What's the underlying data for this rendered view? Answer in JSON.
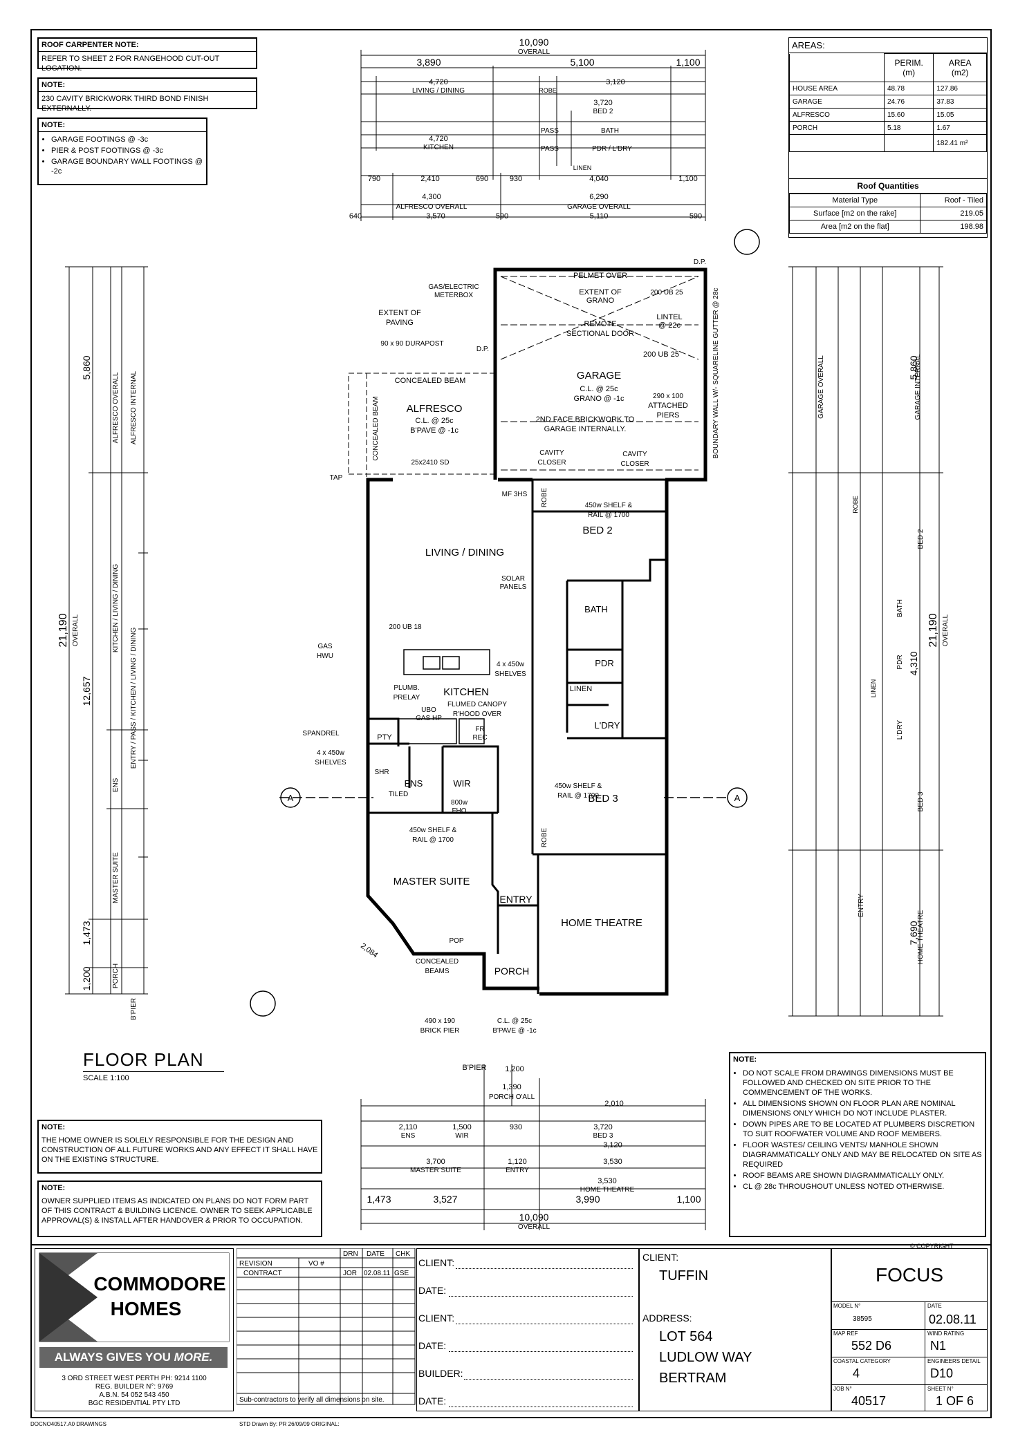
{
  "notes": {
    "roof_carpenter": {
      "title": "ROOF CARPENTER NOTE:",
      "text": "REFER TO SHEET 2 FOR RANGEHOOD CUT-OUT LOCATION."
    },
    "brickwork": {
      "title": "NOTE:",
      "text": "230 CAVITY BRICKWORK THIRD BOND FINISH EXTERNALLY."
    },
    "footings": {
      "title": "NOTE:",
      "items": [
        "GARAGE FOOTINGS @ -3c",
        "PIER & POST FOOTINGS @ -3c",
        "GARAGE BOUNDARY WALL FOOTINGS @ -2c"
      ]
    },
    "owner": {
      "title": "NOTE:",
      "text": "THE HOME OWNER IS SOLELY RESPONSIBLE FOR THE DESIGN AND CONSTRUCTION OF ALL FUTURE WORKS AND ANY EFFECT IT SHALL HAVE ON THE EXISTING STRUCTURE."
    },
    "owner_items": {
      "title": "NOTE:",
      "text": "OWNER SUPPLIED ITEMS AS INDICATED ON PLANS DO NOT FORM PART OF THIS CONTRACT & BUILDING LICENCE. OWNER TO SEEK APPLICABLE APPROVAL(S) & INSTALL AFTER HANDOVER & PRIOR TO OCCUPATION."
    },
    "general": {
      "title": "NOTE:",
      "items": [
        "DO NOT SCALE FROM DRAWINGS DIMENSIONS MUST BE FOLLOWED AND CHECKED ON SITE PRIOR TO THE COMMENCEMENT OF THE WORKS.",
        "ALL DIMENSIONS SHOWN ON FLOOR PLAN ARE NOMINAL DIMENSIONS ONLY WHICH DO NOT INCLUDE PLASTER.",
        "DOWN PIPES ARE TO BE LOCATED AT PLUMBERS DISCRETION TO SUIT ROOFWATER VOLUME AND ROOF MEMBERS.",
        "FLOOR WASTES/ CEILING VENTS/ MANHOLE SHOWN DIAGRAMMATICALLY ONLY AND MAY BE RELOCATED ON SITE AS REQUIRED",
        "ROOF BEAMS ARE SHOWN DIAGRAMMATICALLY ONLY.",
        "CL @ 28c THROUGHOUT UNLESS NOTED OTHERWISE."
      ]
    }
  },
  "areas": {
    "title": "AREAS:",
    "col_perim": "PERIM.",
    "col_perim_unit": "(m)",
    "col_area": "AREA",
    "col_area_unit": "(m2)",
    "rows": [
      {
        "name": "HOUSE AREA",
        "perim": "48.78",
        "area": "127.86"
      },
      {
        "name": "GARAGE",
        "perim": "24.76",
        "area": "37.83"
      },
      {
        "name": "ALFRESCO",
        "perim": "15.60",
        "area": "15.05"
      },
      {
        "name": "PORCH",
        "perim": "5.18",
        "area": "1.67"
      }
    ],
    "total": "182.41 m²"
  },
  "roof": {
    "title": "Roof Quantities",
    "rows": [
      {
        "k": "Material Type",
        "v": "Roof - Tiled"
      },
      {
        "k": "Surface [m2 on the rake]",
        "v": "219.05"
      },
      {
        "k": "Area [m2 on the flat]",
        "v": "198.98"
      }
    ]
  },
  "plan": {
    "title": "FLOOR PLAN",
    "scale": "SCALE 1:100",
    "rooms": {
      "garage": "GARAGE",
      "alfresco": "ALFRESCO",
      "living": "LIVING / DINING",
      "kitchen": "KITCHEN",
      "bed2": "BED 2",
      "bath": "BATH",
      "pdr": "PDR",
      "ldry": "L'DRY",
      "bed3": "BED 3",
      "ens": "ENS",
      "wir": "WIR",
      "master": "MASTER SUITE",
      "entry": "ENTRY",
      "theatre": "HOME THEATRE",
      "porch": "PORCH",
      "pty": "PTY",
      "linen": "LINEN",
      "robe": "ROBE",
      "shr": "SHR"
    },
    "labels": {
      "pelmet": "PELMET OVER",
      "grano_ext": "EXTENT OF",
      "grano_ext2": "GRANO",
      "ub25": "200 UB 25",
      "lintel": "LINTEL",
      "lintel2": "@ 22c",
      "remote": "REMOTE",
      "remote2": "SECTIONAL DOOR",
      "ub25b": "200 UB 25",
      "garage_cl": "C.L. @ 25c",
      "garage_grano": "GRANO @ -1c",
      "piers": "290 x 100",
      "piers2": "ATTACHED",
      "piers3": "PIERS",
      "face_brick": "2ND FACE BRICKWORK TO",
      "face_brick2": "GARAGE INTERNALLY.",
      "boundary": "BOUNDARY WALL W/- SQUARELINE GUTTER @ 28c",
      "meter": "GAS/ELECTRIC",
      "meter2": "METERBOX",
      "paving": "EXTENT OF",
      "paving2": "PAVING",
      "durapost": "90 x 90 DURAPOST",
      "conc_beam": "CONCEALED BEAM",
      "conc_beam_v": "CONCEALED BEAM",
      "alf_cl": "C.L. @ 25c",
      "alf_bpave": "B'PAVE @ -1c",
      "sd": "25x2410 SD",
      "cavity": "CAVITY",
      "closer": "CLOSER",
      "cavity2": "CAVITY",
      "closer2": "CLOSER",
      "mf": "MF 3HS",
      "shelf1": "450w SHELF &",
      "shelf1b": "RAIL @ 1700",
      "solar": "SOLAR",
      "solar2": "PANELS",
      "ub18": "200 UB 18",
      "gas": "GAS",
      "hwu": "HWU",
      "shelves4": "4 x 450w",
      "shelves4b": "SHELVES",
      "plumb": "PLUMB.",
      "prelay": "PRELAY",
      "ubo": "UBO",
      "gashp": "GAS HP",
      "canopy": "FLUMED CANOPY",
      "rhood": "R'HOOD OVER",
      "fr": "FR",
      "rec": "REC",
      "spandrel": "SPANDREL",
      "shelves_l": "4 x 450w",
      "shelves_lb": "SHELVES",
      "tiled": "TILED",
      "fho": "800w",
      "fho2": "FHO",
      "shelf3": "450w SHELF &",
      "shelf3b": "RAIL @ 1700",
      "shelf_m": "450w SHELF &",
      "shelf_mb": "RAIL @ 1700",
      "pop": "POP",
      "conc_beams": "CONCEALED",
      "conc_beams2": "BEAMS",
      "brick_pier": "490 x 190",
      "brick_pier2": "BRICK PIER",
      "porch_cl": "C.L. @ 25c",
      "porch_bpave": "B'PAVE @ -1c",
      "dp": "D.P.",
      "tap": "TAP",
      "sect_a": "A",
      "diag_dim": "2,084"
    }
  },
  "dims_top": {
    "overall": "10,090",
    "overall_lbl": "OVERALL",
    "a": "3,890",
    "b": "5,100",
    "c": "1,100",
    "living": "LIVING / DINING",
    "l1": "4,720",
    "robe": "ROBE",
    "bed2": "BED 2",
    "bed2v": "3,720",
    "bed2v2": "3,120",
    "kitchen": "KITCHEN",
    "k1": "4,720",
    "pass": "PASS",
    "bath": "BATH",
    "pdr": "PDR / L'DRY",
    "linen": "LINEN",
    "r4": "790",
    "r4b": "2,410",
    "r4c": "690",
    "r4d": "930",
    "r4e": "4,040",
    "r4f": "1,100",
    "alf_o": "4,300",
    "alf_lbl": "ALFRESCO OVERALL",
    "gar_o": "6,290",
    "gar_lbl": "GARAGE OVERALL",
    "r5a": "640",
    "r5b": "3,570",
    "r5c": "590",
    "r5d": "5,110",
    "r5e": "590"
  },
  "dims_bottom": {
    "overall": "10,090",
    "overall_lbl": "OVERALL",
    "a": "1,473",
    "b": "3,527",
    "c": "3,990",
    "d": "1,100",
    "ens": "ENS",
    "wir": "WIR",
    "bed3": "BED 3",
    "master": "MASTER SUITE",
    "entry": "ENTRY",
    "theatre": "HOME THEATRE",
    "porch": "PORCH O'ALL",
    "bpier": "B'PIER",
    "v1": "2,110",
    "v2": "1,500",
    "v3": "930",
    "v4": "3,720",
    "v5": "3,120",
    "v6": "3,700",
    "v7": "1,120",
    "v8": "3,530",
    "v9": "3,530",
    "v10": "1,390",
    "v11": "1,200",
    "v12": "2,010"
  },
  "dims_left": {
    "overall": "21,190",
    "overall_lbl": "OVERALL",
    "v1": "5,860",
    "v2": "12,657",
    "v3": "1,473",
    "v4": "1,200",
    "alf": "ALFRESCO OVERALL",
    "alf_i": "ALFRESCO INTERNAL",
    "k1": "KITCHEN / LIVING / DINING",
    "k2": "ENTRY / PASS / KITCHEN / LIVING / DINING",
    "ens": "ENS",
    "ms": "MASTER SUITE",
    "porch": "PORCH",
    "bpier": "B'PIER"
  },
  "dims_right": {
    "overall": "21,190",
    "overall_lbl": "OVERALL",
    "v1": "5,860",
    "v2": "4,310",
    "v3": "7,690",
    "garage_o": "GARAGE OVERALL",
    "garage_i": "GARAGE INTERNAL",
    "robe": "ROBE",
    "bed2": "BED 2",
    "bath": "BATH",
    "pdr": "PDR",
    "linen": "LINEN",
    "ldry": "L'DRY",
    "bed3": "BED 3",
    "entry": "ENTRY",
    "theatre": "HOME THEATRE"
  },
  "title_block": {
    "company1": "COMMODORE",
    "company2": "HOMES",
    "slogan_a": "ALWAYS GIVES YOU ",
    "slogan_b": "MORE.",
    "address1": "3 ORD STREET WEST PERTH   PH: 9214 1100",
    "address2": "REG. BUILDER N°: 9769",
    "address3": "A.B.N. 54 052 543 450",
    "address4": "BGC RESIDENTIAL PTY LTD",
    "rev_hdr": "REVISION",
    "vo_hdr": "VO #",
    "drn_hdr": "DRN",
    "date_hdr": "DATE",
    "chk_hdr": "CHK",
    "rev1": "CONTRACT",
    "drn1": "JOR",
    "date1": "02.08.11",
    "chk1": "GSE",
    "subcon": "Sub-contractors to verify all dimensions on site.",
    "client_lbl": "CLIENT:",
    "date_lbl": "DATE:",
    "builder_lbl": "BUILDER:",
    "client_name_lbl": "CLIENT:",
    "client_name": "TUFFIN",
    "address_lbl": "ADDRESS:",
    "addr1": "LOT 564",
    "addr2": "LUDLOW WAY",
    "addr3": "BERTRAM",
    "copyright": "© COPYRIGHT",
    "design": "FOCUS",
    "model_lbl": "MODEL N°",
    "model": "38595",
    "date_lbl2": "DATE",
    "date": "02.08.11",
    "map_lbl": "MAP REF",
    "map": "552 D6",
    "wind_lbl": "WIND RATING",
    "wind": "N1",
    "coastal_lbl": "COASTAL CATEGORY",
    "coastal": "4",
    "eng_lbl": "ENGINEERS DETAIL",
    "eng": "D10",
    "job_lbl": "JOB N°",
    "job": "40517",
    "sheet_lbl": "SHEET N°",
    "sheet": "1 OF 6",
    "footer_left": "DOCNO40517.A0 DRAWINGS",
    "footer_mid": "STD Drawn By: PR 26/09/09  ORIGINAL:"
  }
}
